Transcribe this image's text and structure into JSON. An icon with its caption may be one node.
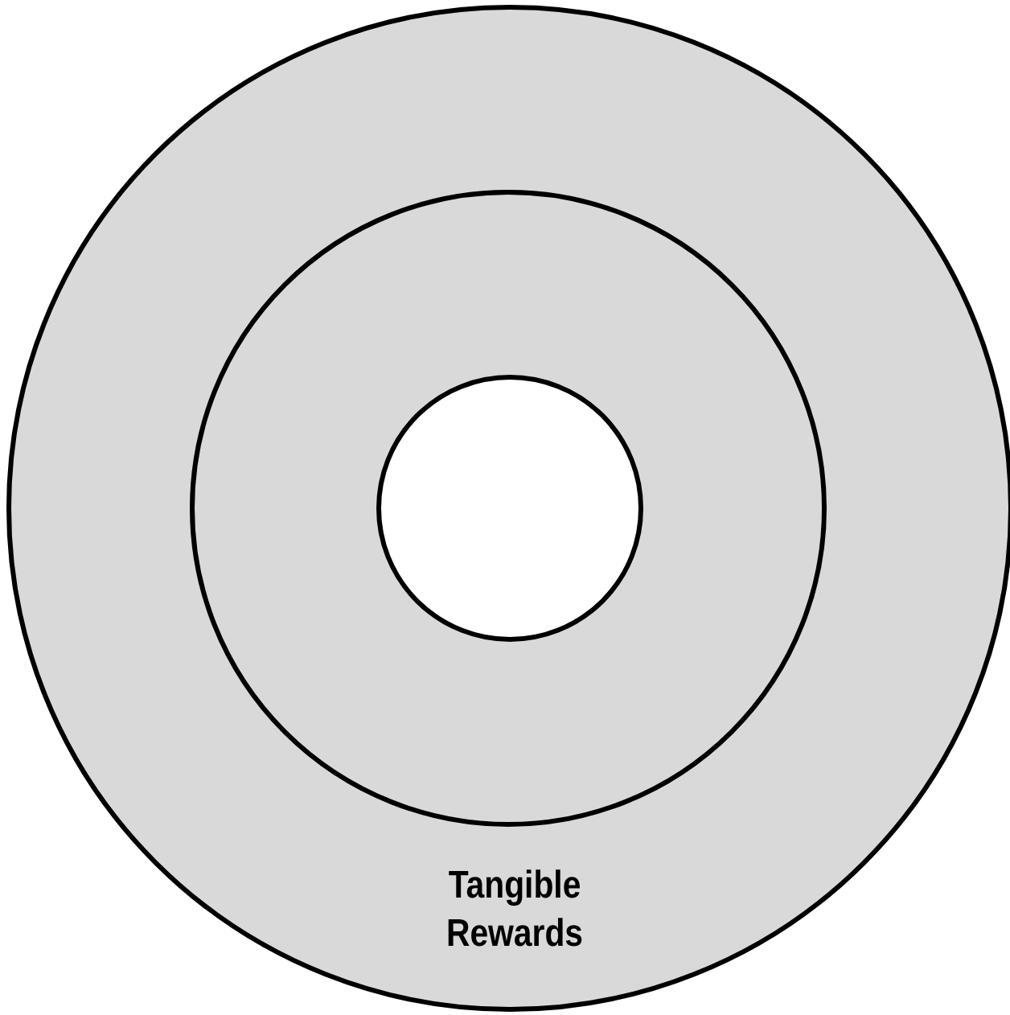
{
  "diagram": {
    "nodes": [
      {
        "text": [
          "Tangible Rewards"
        ]
      },
      {
        "text": [],
        "shape": "circle",
        "in": 0
      },
      {
        "text": [],
        "shape": "circle",
        "in": 1
      }
    ]
  }
}
